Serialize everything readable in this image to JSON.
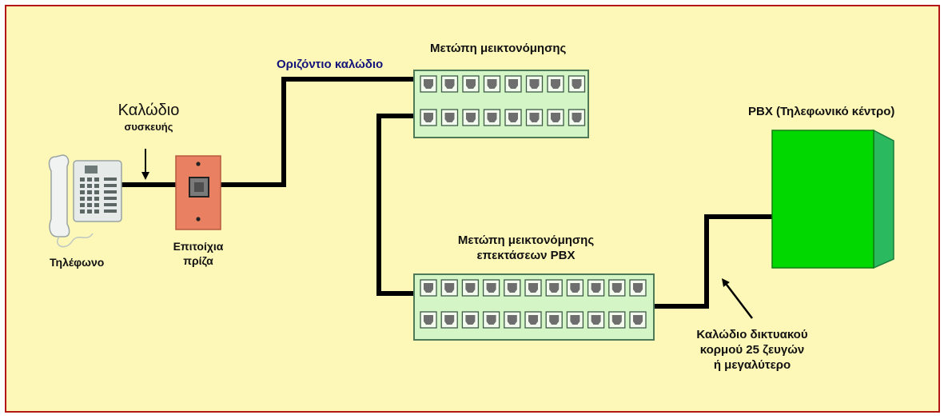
{
  "colors": {
    "background": "#fdf8b8",
    "frame_border": "#b41616",
    "cable": "#000000",
    "panel_fill": "#d4f5c6",
    "panel_border": "#4f7a58",
    "port_fill": "#6e6e6e",
    "wall_plate": "#e98061",
    "pbx_green": "#00d800",
    "horizontal_cable_label": "#12127a"
  },
  "labels": {
    "device_cable_line1": "Καλώδιο",
    "device_cable_line2": "συσκευής",
    "telephone": "Τηλέφωνο",
    "wall_outlet_line1": "Επιτοίχια",
    "wall_outlet_line2": "πρίζα",
    "horizontal_cable": "Οριζόντιο καλώδιο",
    "cross_connect_panel": "Μετώπη μεικτονόμησης",
    "pbx_panel_line1": "Μετώπη μεικτονόμησης",
    "pbx_panel_line2": "επεκτάσεων PBX",
    "pbx": "PBX (Τηλεφωνικό κέντρο)",
    "backbone_line1": "Καλώδιο δικτυακού",
    "backbone_line2": "κορμού 25 ζευγών",
    "backbone_line3": "ή μεγαλύτερο"
  },
  "patch_panels": {
    "cross_connect": {
      "rows": 2,
      "ports_per_row": 8
    },
    "pbx_extensions": {
      "rows": 2,
      "ports_per_row": 11
    }
  },
  "icons": [
    "telephone-icon",
    "wall-outlet-icon",
    "patch-panel-icon",
    "pbx-cabinet-icon",
    "arrow-icon"
  ]
}
